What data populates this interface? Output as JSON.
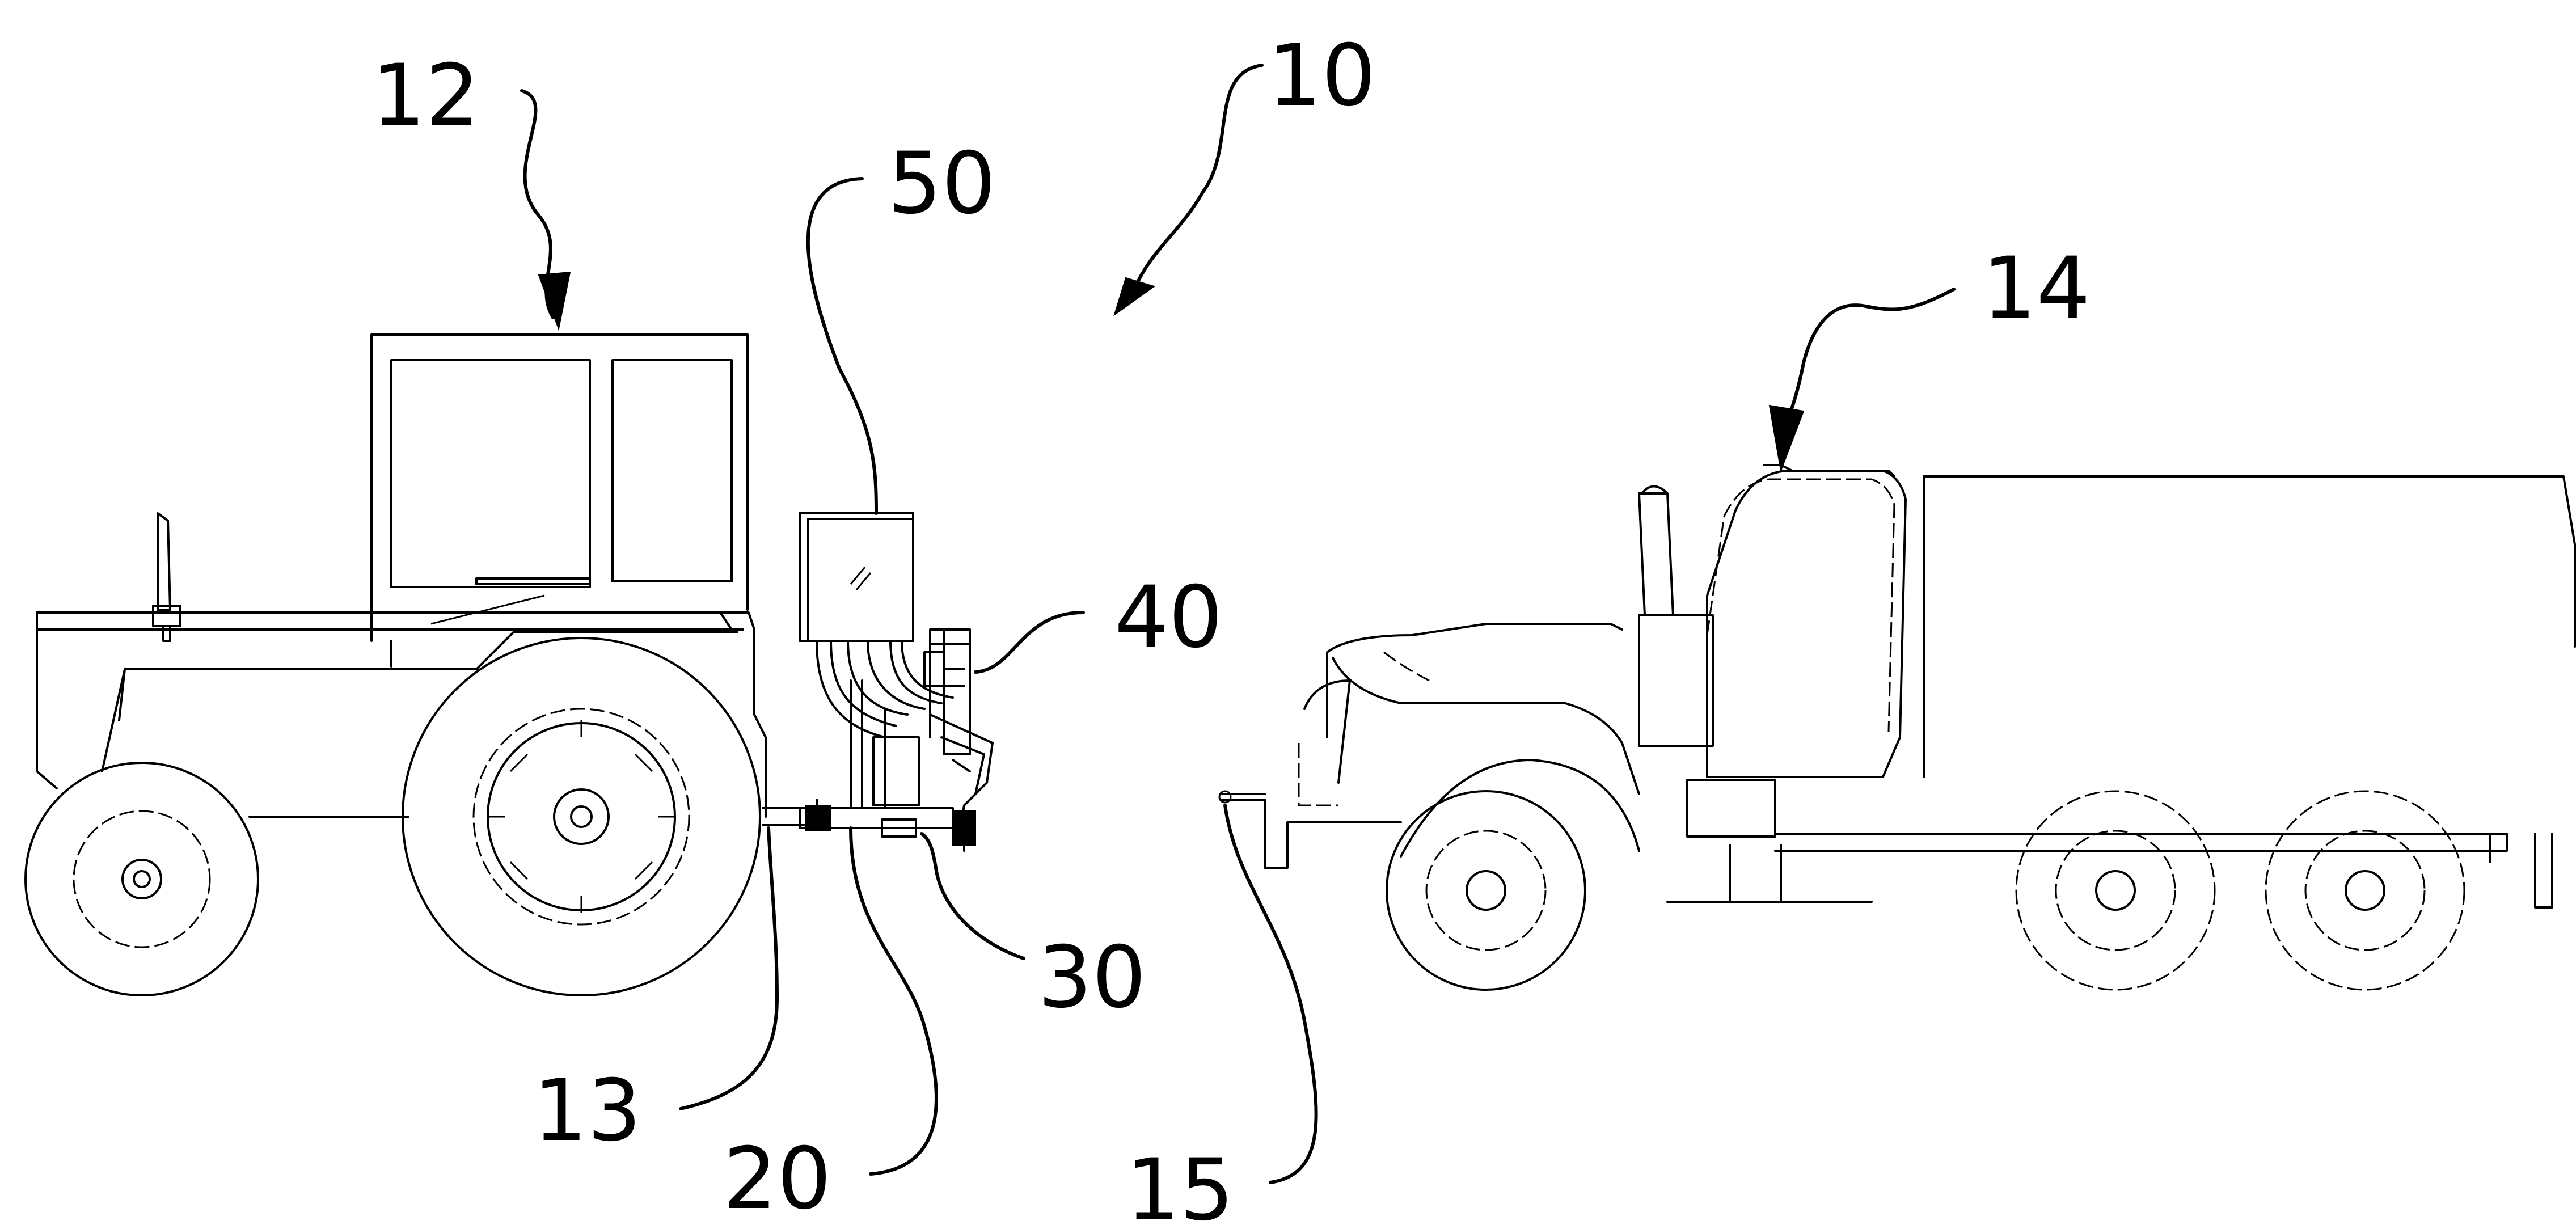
{
  "labels": {
    "tractor": "12",
    "system": "10",
    "controller": "50",
    "tanker_truck": "14",
    "actuator_assembly": "40",
    "coupling_mechanism": "30",
    "tractor_hitch": "13",
    "mount_frame": "20",
    "truck_hitch": "15"
  }
}
